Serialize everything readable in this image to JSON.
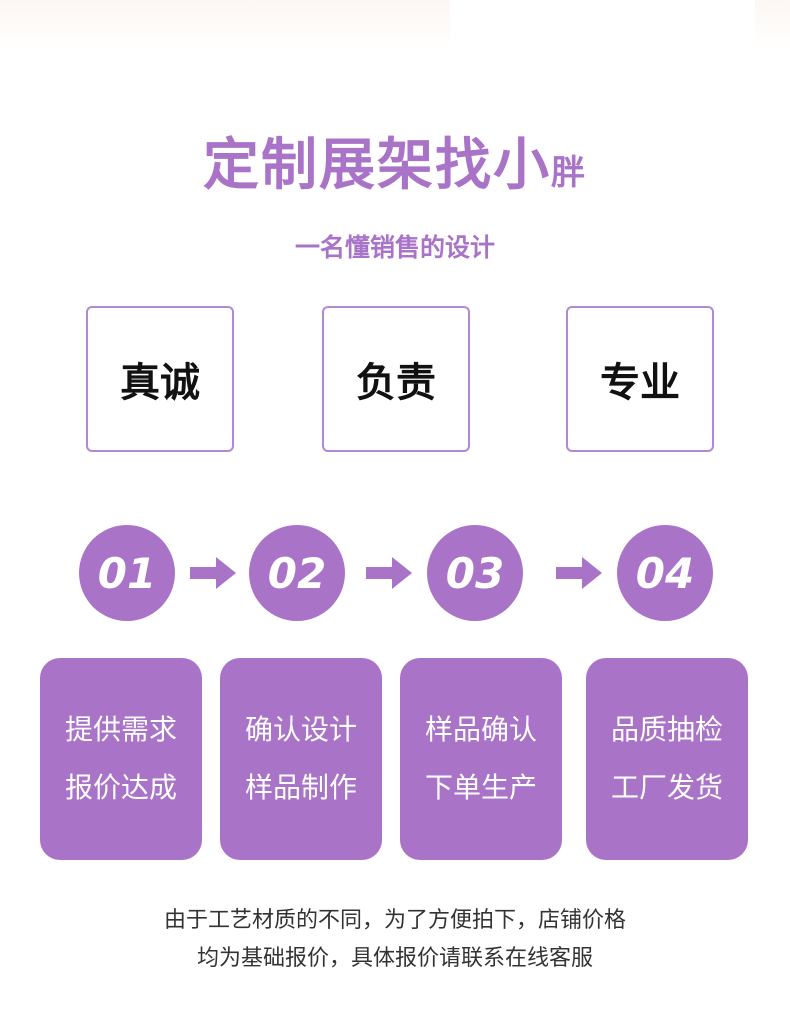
{
  "header": {
    "title_main": "定制展架找小",
    "title_tail": "胖",
    "subtitle": "一名懂销售的设计"
  },
  "values": [
    "真诚",
    "负责",
    "专业"
  ],
  "steps": [
    {
      "number": "01",
      "line1": "提供需求",
      "line2": "报价达成"
    },
    {
      "number": "02",
      "line1": "确认设计",
      "line2": "样品制作"
    },
    {
      "number": "03",
      "line1": "样品确认",
      "line2": "下单生产"
    },
    {
      "number": "04",
      "line1": "品质抽检",
      "line2": "工厂发货"
    }
  ],
  "footer": {
    "line1": "由于工艺材质的不同，为了方便拍下，店铺价格",
    "line2": "均为基础报价，具体报价请联系在线客服"
  },
  "colors": {
    "accent": "#a974c8",
    "border": "#b289d3"
  },
  "icons": [
    "arrow-right-icon"
  ]
}
